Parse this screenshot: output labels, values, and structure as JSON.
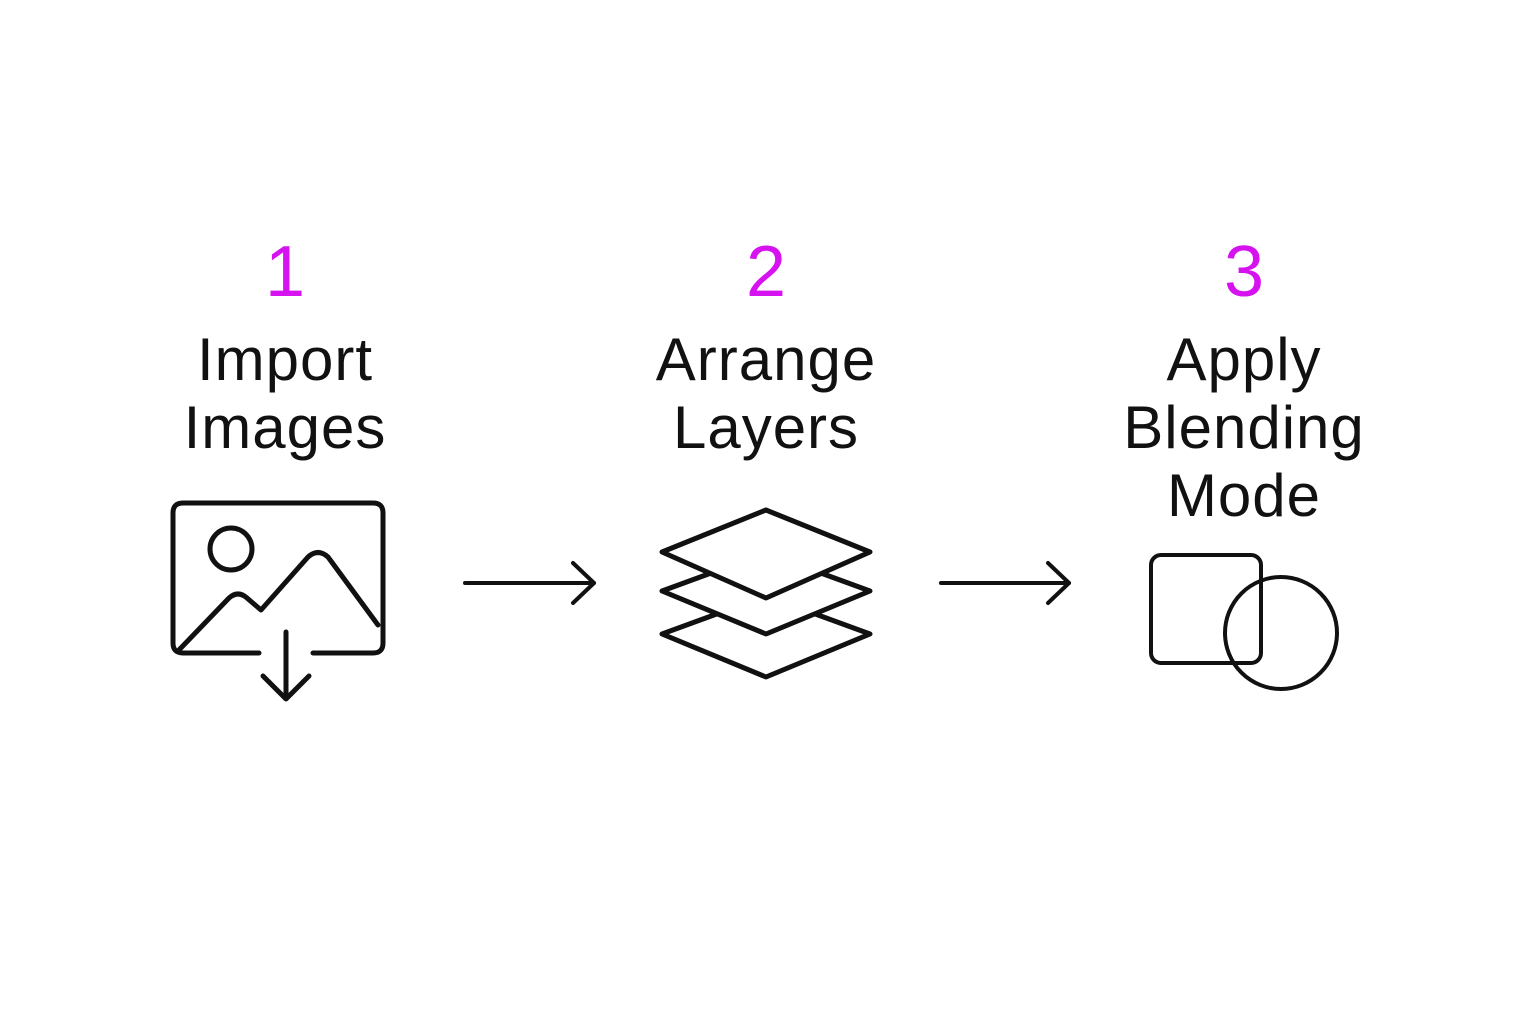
{
  "accent_color": "#d612f0",
  "text_color": "#111111",
  "steps": [
    {
      "number": "1",
      "title_lines": [
        "Import",
        "Images"
      ],
      "icon": "image-import-icon"
    },
    {
      "number": "2",
      "title_lines": [
        "Arrange",
        "Layers"
      ],
      "icon": "layers-icon"
    },
    {
      "number": "3",
      "title_lines": [
        "Apply",
        "Blending",
        "Mode"
      ],
      "icon": "blend-shapes-icon"
    }
  ],
  "connectors": [
    "arrow-right-icon",
    "arrow-right-icon"
  ]
}
